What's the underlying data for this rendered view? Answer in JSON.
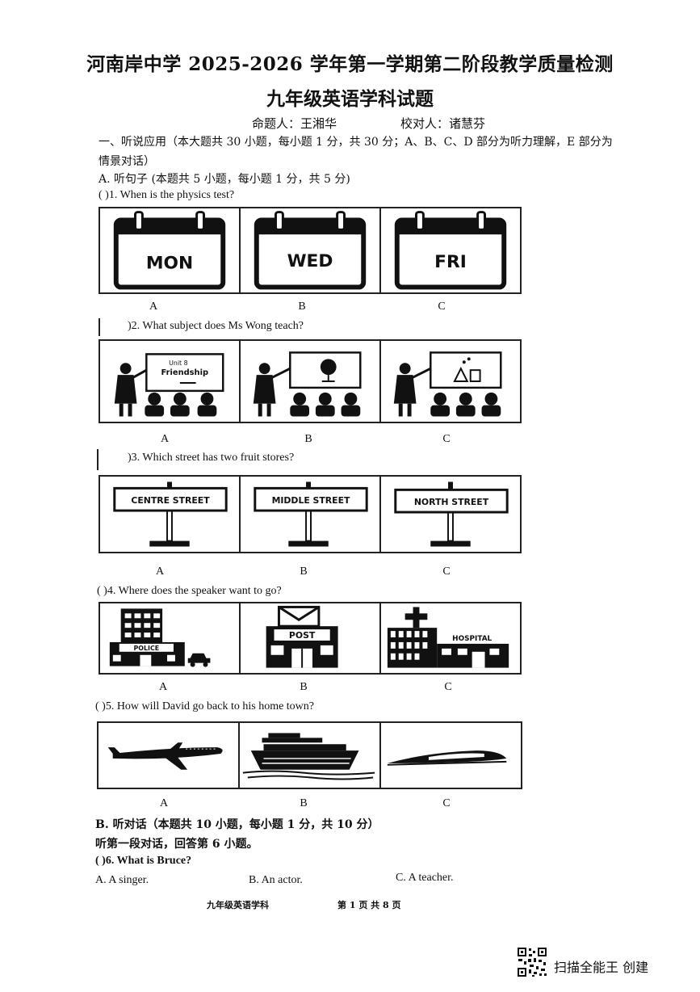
{
  "header": {
    "title": "河南岸中学 2025-2026 学年第一学期第二阶段教学质量检测",
    "subtitle": "九年级英语学科试题",
    "author_label": "命题人：王湘华",
    "reviewer_label": "校对人：诸慧芬"
  },
  "section1": {
    "heading_line1": "一、听说应用（本大题共 30 小题，每小题 1 分，共 30 分；A、B、C、D 部分为听力理解，E 部分为",
    "heading_line2": "情景对话）",
    "partA": "A. 听句子 (本题共 5 小题，每小题 1 分，共 5 分)"
  },
  "questions": [
    {
      "text": "(      )1. When is the physics test?",
      "options": [
        "MON",
        "WED",
        "FRI"
      ]
    },
    {
      "text": ")2. What subject does Ms Wong teach?",
      "board_text": [
        "Unit 8",
        "Friendship"
      ]
    },
    {
      "text": ")3. Which street has two fruit stores?",
      "options": [
        "CENTRE STREET",
        "MIDDLE STREET",
        "NORTH STREET"
      ]
    },
    {
      "text": "(      )4. Where does the speaker want to go?",
      "options": [
        "POLICE",
        "POST",
        "HOSPITAL"
      ]
    },
    {
      "text": "(      )5. How will David go back to his home town?"
    }
  ],
  "letters": [
    "A",
    "B",
    "C"
  ],
  "partB": {
    "heading": "B. 听对话（本题共 10 小题，每小题 1 分，共 10 分）",
    "instruction": "听第一段对话，回答第 6 小题。",
    "q6": "(      )6. What is Bruce?",
    "q6_options": [
      "A. A singer.",
      "B. An actor.",
      "C. A teacher."
    ]
  },
  "footer": {
    "subject": "九年级英语学科",
    "page": "第 1 页 共 8 页"
  },
  "stamp": "扫描全能王  创建"
}
